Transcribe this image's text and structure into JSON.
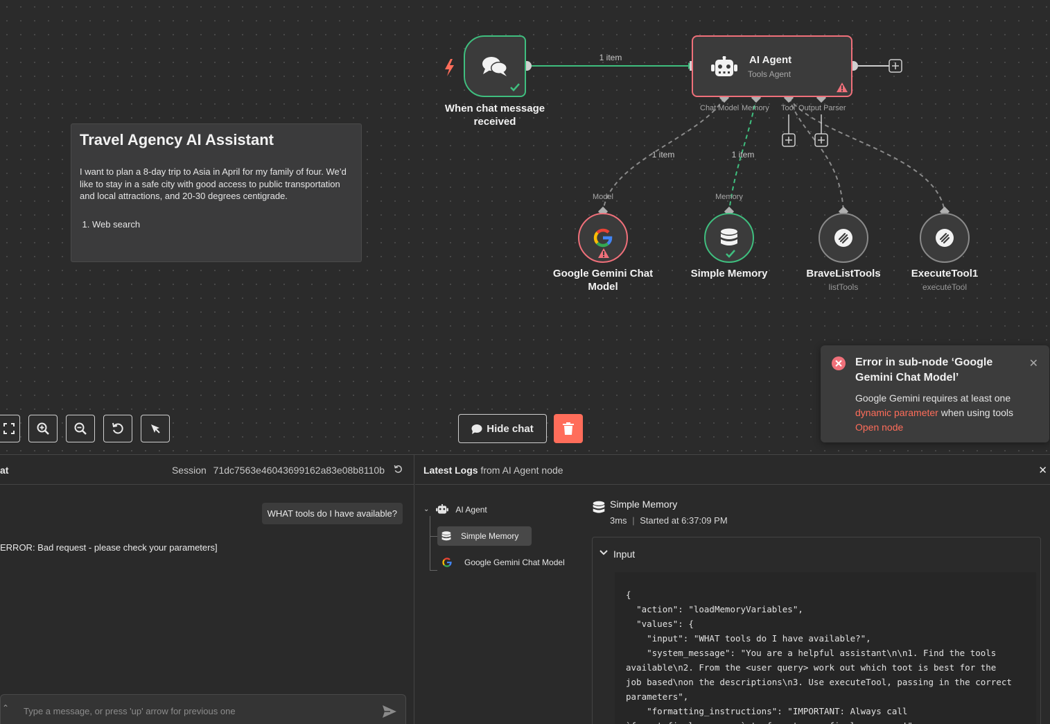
{
  "canvas": {
    "sticky": {
      "title": "Travel Agency AI Assistant",
      "body": "I want to plan a 8-day trip to Asia in April for my family of four. We’d like to stay in a safe city with good access to public transportation and local attractions, and 20-30 degrees centigrade.",
      "list_item": "Web search"
    },
    "trigger": {
      "label": "When chat message received"
    },
    "agent": {
      "title": "AI Agent",
      "subtitle": "Tools Agent"
    },
    "connection_label_main": "1 item",
    "connection_label_model": "1 item",
    "connection_label_memory": "1 item",
    "ports": {
      "chat_model": "Chat Model",
      "memory": "Memory",
      "tool": "Tool",
      "output_parser": "Output Parser"
    },
    "sub_nodes": [
      {
        "label": "Google Gemini Chat Model",
        "port_label": "Model",
        "sub": ""
      },
      {
        "label": "Simple Memory",
        "port_label": "Memory",
        "sub": ""
      },
      {
        "label": "BraveListTools",
        "port_label": "",
        "sub": "listTools"
      },
      {
        "label": "ExecuteTool1",
        "port_label": "",
        "sub": "executeTool"
      }
    ],
    "colors": {
      "success": "#3fbf7f",
      "error": "#f0707a",
      "accent": "#ff6d5a"
    }
  },
  "toolbar": {
    "hide_chat_label": "Hide chat",
    "icons": [
      "fit-view-icon",
      "zoom-in-icon",
      "zoom-out-icon",
      "reset-zoom-icon",
      "tidy-up-icon"
    ]
  },
  "toast": {
    "title": "Error in sub-node ‘Google Gemini Chat Model’",
    "text_before": "Google Gemini requires at least one",
    "link": "dynamic parameter",
    "text_after": "when using tools",
    "open_node": "Open node"
  },
  "chat": {
    "title": "at",
    "session_label": "Session",
    "session_id": "71dc7563e46043699162a83e08b8110b",
    "user_message": "WHAT tools do I have available?",
    "bot_message": "ERROR: Bad request - please check your parameters]",
    "input_placeholder": "Type a message, or press 'up' arrow for previous one"
  },
  "logs": {
    "title_bold": "Latest Logs",
    "title_rest": "from AI Agent node",
    "tree": {
      "root": "AI Agent",
      "children": [
        "Simple Memory",
        "Google Gemini Chat Model"
      ]
    },
    "detail": {
      "title": "Simple Memory",
      "duration": "3ms",
      "started": "Started at 6:37:09 PM",
      "section": "Input",
      "json": "{\n  \"action\": \"loadMemoryVariables\",\n  \"values\": {\n    \"input\": \"WHAT tools do I have available?\",\n    \"system_message\": \"You are a helpful assistant\\n\\n1. Find the tools available\\n2. From the <user query> work out which toot is best for the job based\\non the descriptions\\n3. Use executeTool, passing in the correct parameters\",\n    \"formatting_instructions\": \"IMPORTANT: Always call `format_final_response` to format your final response!\""
    }
  }
}
